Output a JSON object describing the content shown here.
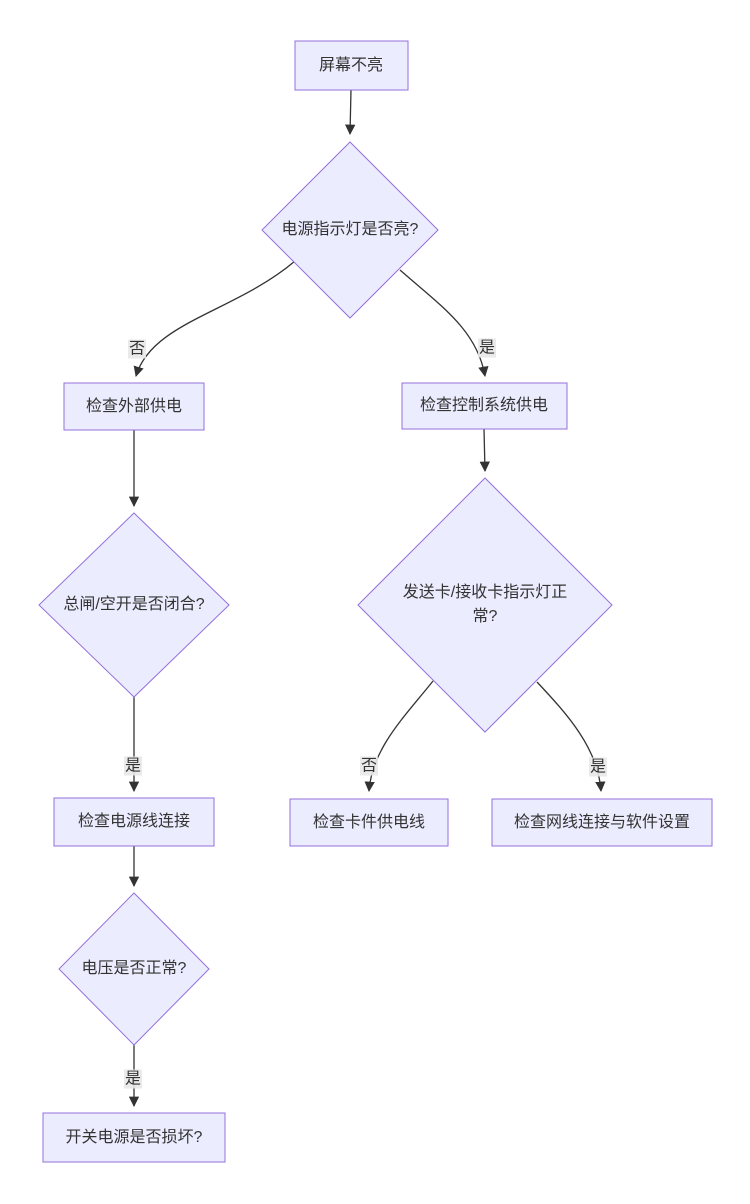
{
  "diagram": {
    "type": "flowchart",
    "direction": "top-down",
    "colors": {
      "node_fill": "#ECECFF",
      "node_border": "#9370DB",
      "edge_stroke": "#333333",
      "edge_label_bg": "#e8e8e8",
      "text": "#333333",
      "background": "#ffffff"
    },
    "nodes": [
      {
        "id": "screen_dark",
        "shape": "rect",
        "label": "屏幕不亮"
      },
      {
        "id": "power_led",
        "shape": "diamond",
        "label": "电源指示灯是否亮?"
      },
      {
        "id": "check_external",
        "shape": "rect",
        "label": "检查外部供电"
      },
      {
        "id": "check_control",
        "shape": "rect",
        "label": "检查控制系统供电"
      },
      {
        "id": "breaker_closed",
        "shape": "diamond",
        "label": "总闸/空开是否闭合?"
      },
      {
        "id": "check_cable",
        "shape": "rect",
        "label": "检查电源线连接"
      },
      {
        "id": "voltage_normal",
        "shape": "diamond",
        "label": "电压是否正常?"
      },
      {
        "id": "psu_damaged",
        "shape": "rect",
        "label": "开关电源是否损坏?"
      },
      {
        "id": "card_leds",
        "shape": "diamond",
        "label": "发送卡/接收卡指示灯正常?"
      },
      {
        "id": "check_card_power",
        "shape": "rect",
        "label": "检查卡件供电线"
      },
      {
        "id": "check_network",
        "shape": "rect",
        "label": "检查网线连接与软件设置"
      }
    ],
    "edges": [
      {
        "from": "screen_dark",
        "to": "power_led",
        "label": ""
      },
      {
        "from": "power_led",
        "to": "check_external",
        "label": "否"
      },
      {
        "from": "power_led",
        "to": "check_control",
        "label": "是"
      },
      {
        "from": "check_external",
        "to": "breaker_closed",
        "label": ""
      },
      {
        "from": "breaker_closed",
        "to": "check_cable",
        "label": "是"
      },
      {
        "from": "check_cable",
        "to": "voltage_normal",
        "label": ""
      },
      {
        "from": "voltage_normal",
        "to": "psu_damaged",
        "label": "是"
      },
      {
        "from": "check_control",
        "to": "card_leds",
        "label": ""
      },
      {
        "from": "card_leds",
        "to": "check_card_power",
        "label": "否"
      },
      {
        "from": "card_leds",
        "to": "check_network",
        "label": "是"
      }
    ]
  }
}
